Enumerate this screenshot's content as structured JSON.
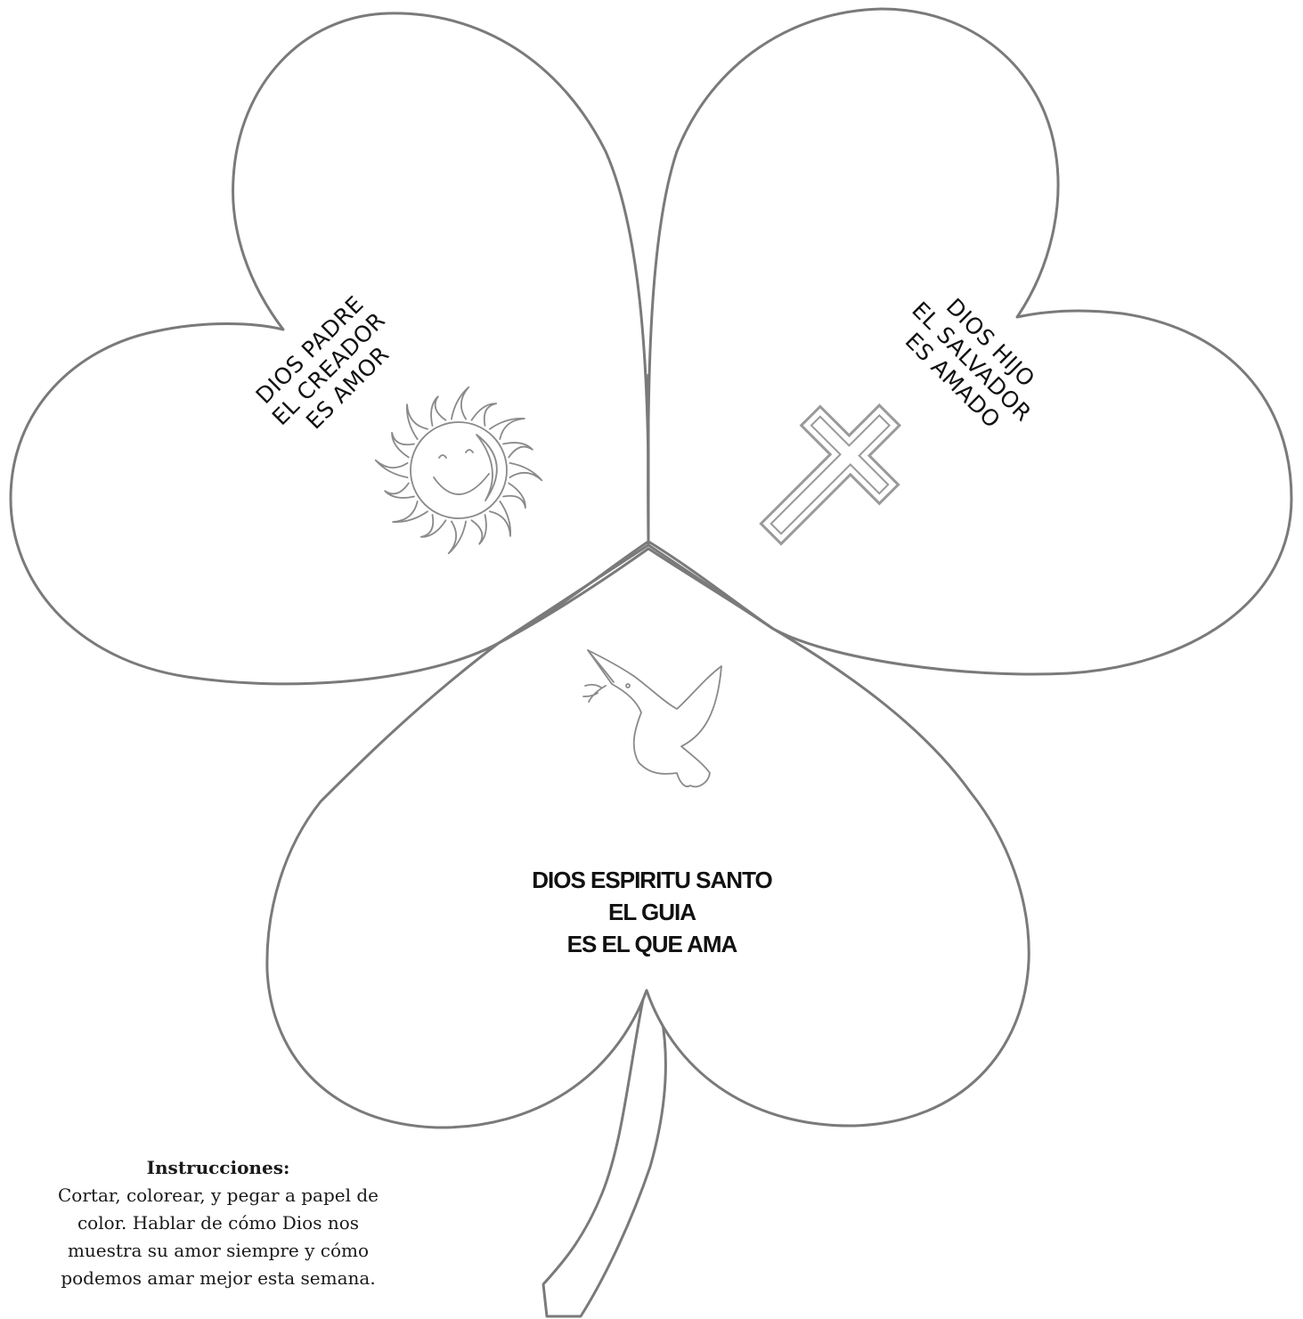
{
  "left_leaf": {
    "lines": [
      "DIOS PADRE",
      "EL CREADOR",
      "ES AMOR"
    ],
    "icon": "sun-icon"
  },
  "right_leaf": {
    "lines": [
      "DIOS HIJO",
      "EL SALVADOR",
      "ES AMADO"
    ],
    "icon": "cross-icon"
  },
  "bottom_leaf": {
    "lines": [
      "DIOS ESPIRITU SANTO",
      "EL GUIA",
      "ES EL QUE AMA"
    ],
    "icon": "dove-icon"
  },
  "instructions": {
    "title": "Instrucciones:",
    "lines": [
      "Cortar, colorear, y pegar a papel de",
      "color. Hablar de cómo Dios nos",
      "muestra su amor siempre y cómo",
      "podemos amar mejor esta semana."
    ]
  }
}
